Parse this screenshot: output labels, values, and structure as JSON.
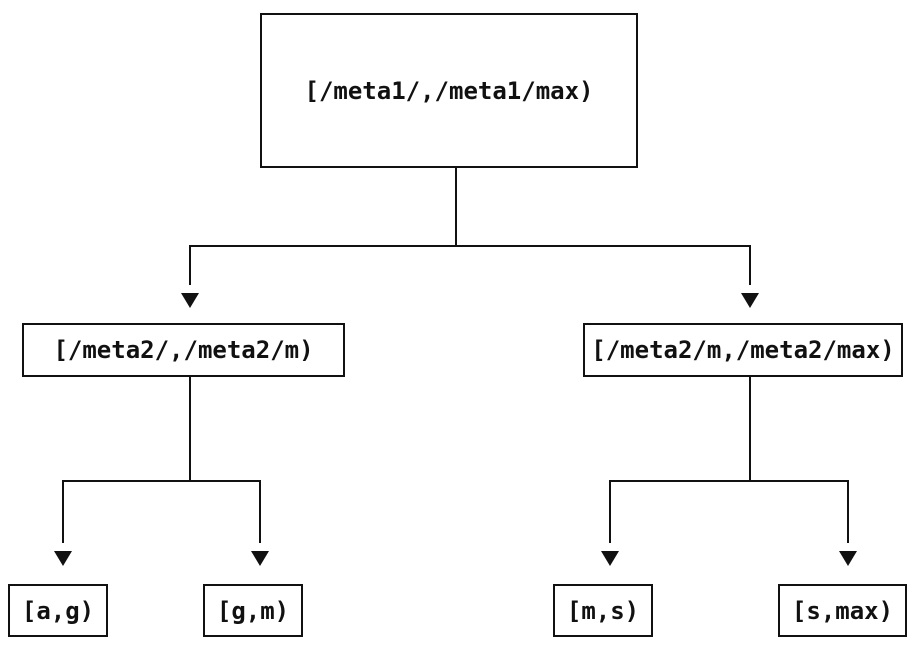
{
  "diagram": {
    "type": "tree",
    "description": "Binary tree of key ranges, root split by /meta2/ key m, leaves split by keys g and s",
    "colors": {
      "background": "#ffffff",
      "line": "#111111",
      "text": "#111111"
    },
    "nodes": {
      "root": "[/meta1/,/meta1/max)",
      "left_child": "[/meta2/,/meta2/m)",
      "right_child": "[/meta2/m,/meta2/max)",
      "leaf_a_g": "[a,g)",
      "leaf_g_m": "[g,m)",
      "leaf_m_s": "[m,s)",
      "leaf_s_max": "[s,max)"
    },
    "edges": [
      {
        "from": "root",
        "to": "left_child"
      },
      {
        "from": "root",
        "to": "right_child"
      },
      {
        "from": "left_child",
        "to": "leaf_a_g"
      },
      {
        "from": "left_child",
        "to": "leaf_g_m"
      },
      {
        "from": "right_child",
        "to": "leaf_m_s"
      },
      {
        "from": "right_child",
        "to": "leaf_s_max"
      }
    ]
  }
}
